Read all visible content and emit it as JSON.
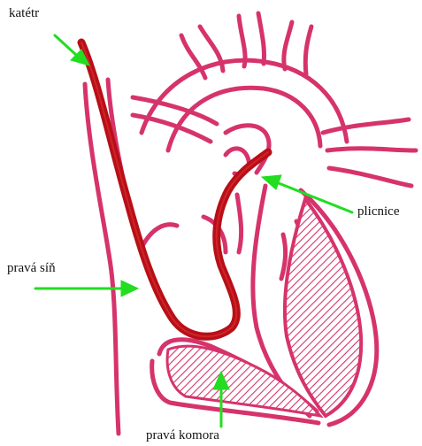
{
  "labels": {
    "catheter": "katétr",
    "pulmonary_artery": "plicnice",
    "right_atrium": "pravá síň",
    "right_ventricle": "pravá komora"
  },
  "colors": {
    "heart_outline": "#d6336c",
    "catheter": "#b80f16",
    "arrow": "#22dd22",
    "label_text": "#111111",
    "background": "#ffffff"
  }
}
